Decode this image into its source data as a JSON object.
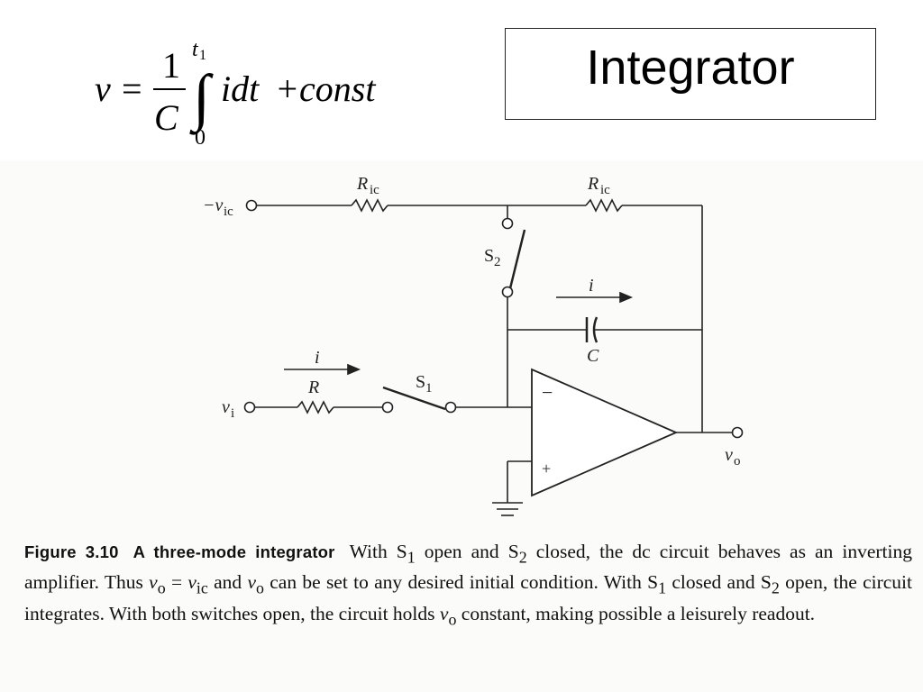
{
  "title": "Integrator",
  "formula": {
    "lhs": "v",
    "equals": "=",
    "numerator": "1",
    "denominator": "C",
    "upper_limit": "t",
    "upper_limit_sub": "1",
    "lower_limit": "0",
    "integral_sign": "∫",
    "integrand": "idt",
    "plus_term": "+const"
  },
  "circuit": {
    "input_vic": "−v",
    "input_vic_sub": "ic",
    "resistor_ric_left": "R",
    "resistor_ric_left_sub": "ic",
    "resistor_ric_right": "R",
    "resistor_ric_right_sub": "ic",
    "switch_s2": "S",
    "switch_s2_sub": "2",
    "current_top": "i",
    "capacitor": "C",
    "current_input": "i",
    "resistor_r": "R",
    "switch_s1": "S",
    "switch_s1_sub": "1",
    "input_vi": "v",
    "input_vi_sub": "i",
    "opamp_minus": "−",
    "opamp_plus": "+",
    "output_vo": "v",
    "output_vo_sub": "o"
  },
  "caption": {
    "figure_label": "Figure 3.10",
    "figure_title": "A three-mode integrator",
    "text_1": "With S",
    "sub_1": "1",
    "text_2": " open and S",
    "sub_2": "2",
    "text_3": " closed, the dc circuit behaves as an inverting amplifier. Thus ",
    "v_1": "v",
    "sub_3": "o",
    "text_4": " = ",
    "v_2": "v",
    "sub_4": "ic",
    "text_5": " and ",
    "v_3": "v",
    "sub_5": "o",
    "text_6": " can be set to any desired initial condition. With S",
    "sub_6": "1",
    "text_7": " closed and S",
    "sub_7": "2",
    "text_8": " open, the circuit integrates. With both switches open, the circuit holds ",
    "v_4": "v",
    "sub_8": "o",
    "text_9": " constant, making possible a leisurely readout."
  }
}
